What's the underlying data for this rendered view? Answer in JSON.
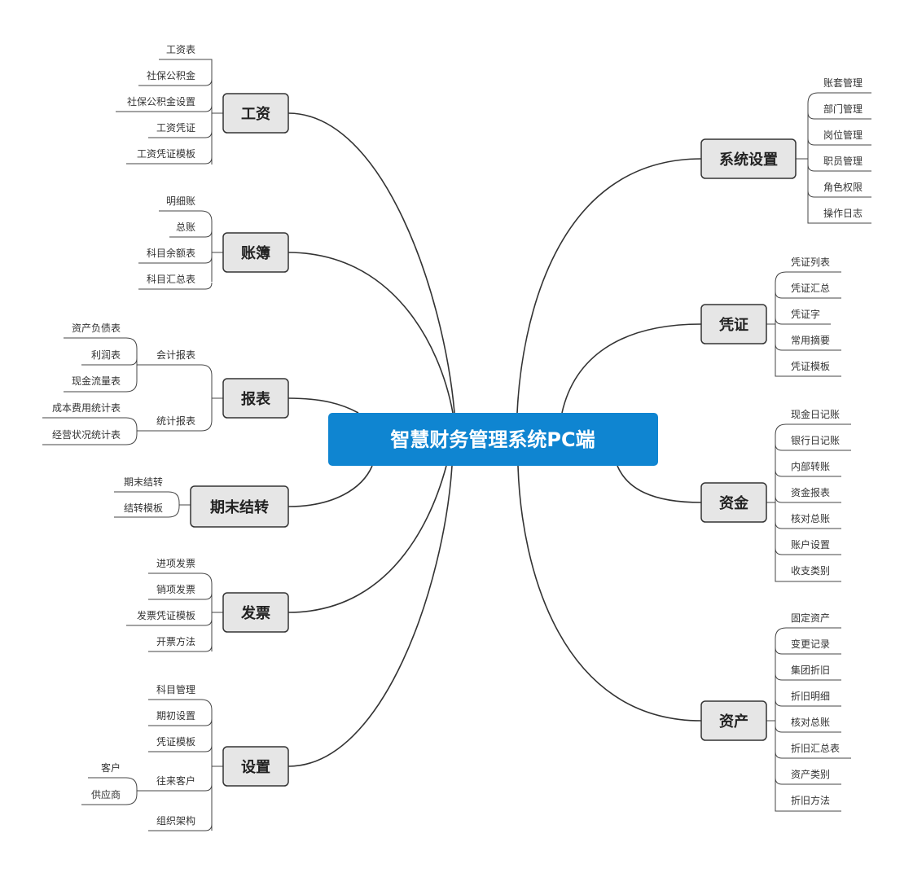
{
  "center": {
    "title": "智慧财务管理系统PC端",
    "color": "#0f85d1"
  },
  "branches": {
    "gongzi": {
      "label": "工资",
      "items": [
        "工资表",
        "社保公积金",
        "社保公积金设置",
        "工资凭证",
        "工资凭证模板"
      ]
    },
    "zhangbu": {
      "label": "账簿",
      "items": [
        "明细账",
        "总账",
        "科目余额表",
        "科目汇总表"
      ]
    },
    "baobiao": {
      "label": "报表",
      "groups": [
        {
          "label": "会计报表",
          "items": [
            "资产负债表",
            "利润表",
            "现金流量表"
          ]
        },
        {
          "label": "统计报表",
          "items": [
            "成本费用统计表",
            "经营状况统计表"
          ]
        }
      ]
    },
    "qimo": {
      "label": "期末结转",
      "items": [
        "期末结转",
        "结转模板"
      ]
    },
    "fapiao": {
      "label": "发票",
      "items": [
        "进项发票",
        "销项发票",
        "发票凭证模板",
        "开票方法"
      ]
    },
    "shezhi": {
      "label": "设置",
      "items": [
        "科目管理",
        "期初设置",
        "凭证模板",
        "往来客户",
        "组织架构"
      ],
      "sub": {
        "label": "往来客户",
        "items": [
          "客户",
          "供应商"
        ]
      }
    },
    "xitong": {
      "label": "系统设置",
      "items": [
        "账套管理",
        "部门管理",
        "岗位管理",
        "职员管理",
        "角色权限",
        "操作日志"
      ]
    },
    "pingzheng": {
      "label": "凭证",
      "items": [
        "凭证列表",
        "凭证汇总",
        "凭证字",
        "常用摘要",
        "凭证模板"
      ]
    },
    "zijin": {
      "label": "资金",
      "items": [
        "现金日记账",
        "银行日记账",
        "内部转账",
        "资金报表",
        "核对总账",
        "账户设置",
        "收支类别"
      ]
    },
    "zichan": {
      "label": "资产",
      "items": [
        "固定资产",
        "变更记录",
        "集团折旧",
        "折旧明细",
        "核对总账",
        "折旧汇总表",
        "资产类别",
        "折旧方法"
      ]
    }
  }
}
